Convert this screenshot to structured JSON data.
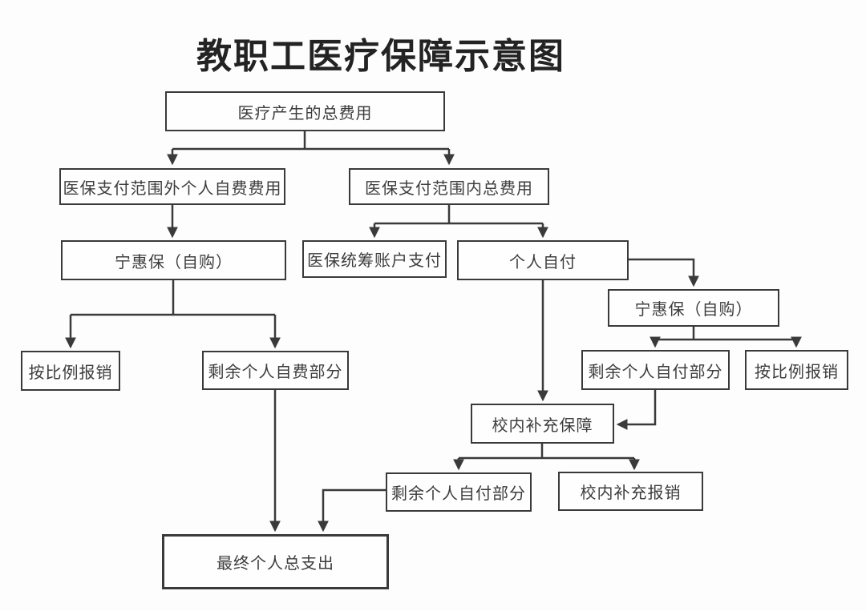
{
  "title": "教职工医疗保障示意图",
  "colors": {
    "line": "#3a3a3a",
    "box_border": "#3a3a3a",
    "box_fill": "#fefefe",
    "text": "#3d3d3d",
    "title_text": "#232323",
    "background": "#fdfdfd"
  },
  "nodes": {
    "total_cost": {
      "label": "医疗产生的总费用"
    },
    "outside_scope": {
      "label": "医保支付范围外个人自费费用"
    },
    "inside_scope": {
      "label": "医保支付范围内总费用"
    },
    "ninghuibao_left": {
      "label": "宁惠保（自购）"
    },
    "pooled_account": {
      "label": "医保统筹账户支付"
    },
    "self_pay": {
      "label": "个人自付"
    },
    "ninghuibao_right": {
      "label": "宁惠保（自购）"
    },
    "proportional_left": {
      "label": "按比例报销"
    },
    "remaining_self_funded": {
      "label": "剩余个人自费部分"
    },
    "remaining_self_pay": {
      "label": "剩余个人自付部分"
    },
    "proportional_right": {
      "label": "按比例报销"
    },
    "school_supplement": {
      "label": "校内补充保障"
    },
    "remaining_after_school": {
      "label": "剩余个人自付部分"
    },
    "school_reimburse": {
      "label": "校内补充报销"
    },
    "final_total": {
      "label": "最终个人总支出"
    }
  }
}
